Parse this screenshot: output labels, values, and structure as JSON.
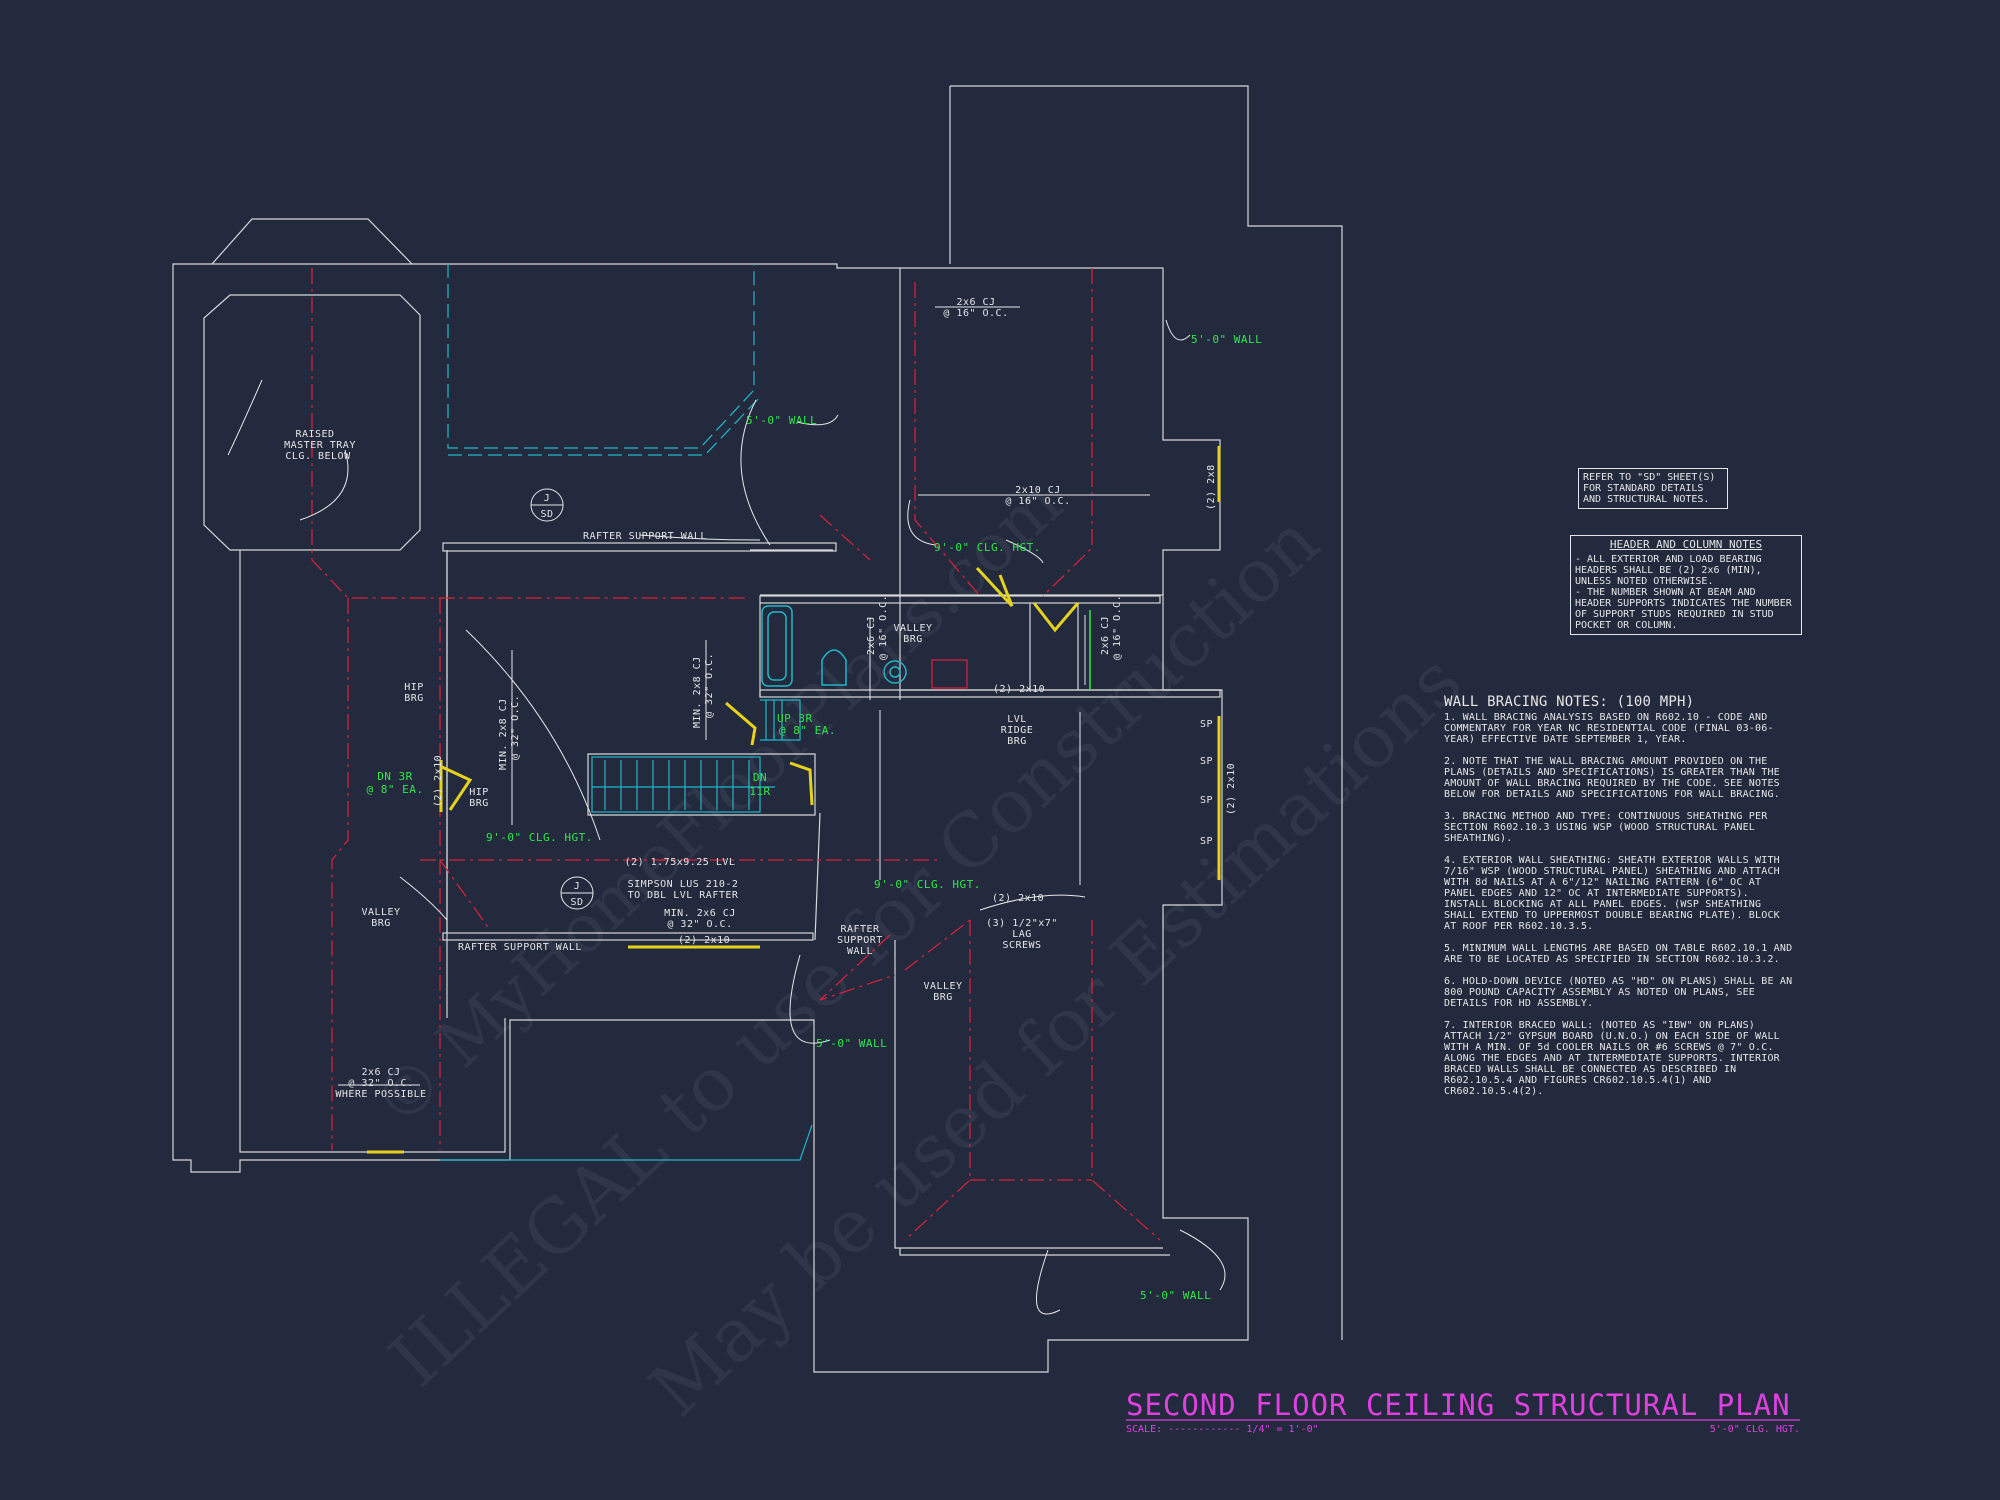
{
  "title": {
    "main": "SECOND FLOOR CEILING STRUCTURAL PLAN",
    "scale_label": "SCALE: ------------ 1/4\" = 1'-0\"",
    "clg_hgt": "5'-0\" CLG. HGT."
  },
  "watermark": {
    "line1": "ILLEGAL to use for Construction",
    "line2": "© MyHomeFloorPlans.com",
    "line3": "May be used for Estimations"
  },
  "refer_note": "REFER TO \"SD\" SHEET(S) FOR STANDARD DETAILS AND STRUCTURAL NOTES.",
  "header_notes": {
    "heading": "HEADER AND COLUMN NOTES",
    "items": [
      "- ALL EXTERIOR AND LOAD BEARING HEADERS SHALL BE (2) 2x6 (MIN), UNLESS NOTED OTHERWISE.",
      "- THE NUMBER SHOWN AT BEAM AND HEADER SUPPORTS INDICATES THE NUMBER OF SUPPORT STUDS REQUIRED IN STUD POCKET OR COLUMN."
    ]
  },
  "wall_bracing": {
    "heading": "WALL BRACING NOTES: (100 MPH)",
    "items": [
      "1. WALL BRACING ANALYSIS BASED ON R602.10 - CODE AND COMMENTARY FOR YEAR NC RESIDENTIAL CODE (FINAL 03-06-YEAR) EFFECTIVE DATE SEPTEMBER 1, YEAR.",
      "2. NOTE THAT THE WALL BRACING AMOUNT PROVIDED ON THE PLANS (DETAILS AND SPECIFICATIONS) IS GREATER THAN THE AMOUNT OF WALL BRACING REQUIRED BY THE CODE. SEE NOTES BELOW FOR DETAILS AND SPECIFICATIONS FOR WALL BRACING.",
      "3. BRACING METHOD AND TYPE: CONTINUOUS SHEATHING PER SECTION R602.10.3 USING WSP (WOOD STRUCTURAL PANEL SHEATHING).",
      "4. EXTERIOR WALL SHEATHING: SHEATH EXTERIOR WALLS WITH 7/16\" WSP (WOOD STRUCTURAL PANEL) SHEATHING AND ATTACH WITH 8d NAILS AT A 6\"/12\" NAILING PATTERN (6\" OC AT PANEL EDGES AND 12\" OC AT INTERMEDIATE SUPPORTS). INSTALL BLOCKING AT ALL PANEL EDGES. (WSP SHEATHING SHALL EXTEND TO UPPERMOST DOUBLE BEARING PLATE). BLOCK AT ROOF PER R602.10.3.5.",
      "5. MINIMUM WALL LENGTHS ARE BASED ON TABLE R602.10.1 AND ARE TO BE LOCATED AS SPECIFIED IN SECTION R602.10.3.2.",
      "6. HOLD-DOWN DEVICE (NOTED AS \"HD\" ON PLANS) SHALL BE AN 800 POUND CAPACITY ASSEMBLY AS NOTED ON PLANS, SEE DETAILS FOR HD ASSEMBLY.",
      "7. INTERIOR BRACED WALL: (NOTED AS \"IBW\" ON PLANS) ATTACH 1/2\" GYPSUM BOARD (U.N.O.) ON EACH SIDE OF WALL WITH A MIN. OF 5d COOLER NAILS OR #6 SCREWS @ 7\" O.C. ALONG THE EDGES AND AT INTERMEDIATE SUPPORTS. INTERIOR BRACED WALLS SHALL BE CONNECTED AS DESCRIBED IN R602.10.5.4 AND FIGURES CR602.10.5.4(1) AND CR602.10.5.4(2)."
    ]
  },
  "labels": {
    "raised_tray": [
      "RAISED",
      "MASTER TRAY",
      "CLG. BELOW"
    ],
    "rafter_support_wall": "RAFTER SUPPORT WALL",
    "rafter_support_wall_2": "RAFTER SUPPORT WALL",
    "wall_5ft_a": "5'-0\" WALL",
    "wall_5ft_b": "5'-0\" WALL",
    "wall_5ft_c": "5'-0\" WALL",
    "wall_5ft_d": "5'-0\" WALL",
    "clg_9ft_a": "9'-0\" CLG. HGT.",
    "clg_9ft_b": "9'-0\" CLG. HGT.",
    "clg_9ft_c": "9'-0\" CLG. HGT.",
    "cj_2x6_top": [
      "2x6 CJ",
      "@ 16\" O.C."
    ],
    "cj_2x10": [
      "2x10 CJ",
      "@ 16\" O.C."
    ],
    "header_2x8": "(2) 2x8",
    "valley_brg_1": [
      "VALLEY",
      "BRG"
    ],
    "valley_brg_2": [
      "VALLEY",
      "BRG"
    ],
    "valley_brg_3": [
      "VALLEY",
      "BRG"
    ],
    "hip_brg_1": [
      "HIP",
      "BRG"
    ],
    "hip_brg_2": [
      "HIP",
      "BRG"
    ],
    "lvl_ridge": [
      "LVL",
      "RIDGE",
      "BRG"
    ],
    "cj_2x6_vert_a": [
      "2x6 CJ",
      "@ 16\" O.C."
    ],
    "cj_2x6_vert_b": [
      "2x6 CJ",
      "@ 16\" O.C."
    ],
    "cj_2x8_min": [
      "MIN. 2x8 CJ",
      "@ 32\" O.C."
    ],
    "cj_2x8_min_b": [
      "MIN. 2x8 CJ",
      "@ 32\" O.C."
    ],
    "up_3r": [
      "UP 3R",
      "@ 8\" EA."
    ],
    "dn_3r": [
      "DN 3R",
      "@ 8\" EA."
    ],
    "dn_11r": [
      "DN",
      "11R"
    ],
    "header_2x10_a": "(2) 2x10",
    "header_2x10_b": "(2) 2x10",
    "header_2x10_c": "(2) 2x10",
    "header_2x10_d": "(2) 2x10",
    "header_2x10_e": "(2) 2x10",
    "lvl": "(2) 1.75x9.25 LVL",
    "simpson": [
      "SIMPSON LUS 210-2",
      "TO DBL LVL RAFTER"
    ],
    "cj_min_2x6": [
      "MIN. 2x6 CJ",
      "@ 32\" O.C."
    ],
    "cj_2x6_right": [
      "2x6 CJ",
      "@ 16\" O.C."
    ],
    "cj_2x6_where": [
      "2x6 CJ",
      "@ 32\" O.C.",
      "WHERE POSSIBLE"
    ],
    "rafter_support": [
      "RAFTER",
      "SUPPORT",
      "WALL"
    ],
    "lag_screws": [
      "(3) 1/2\"x7\"",
      "LAG",
      "SCREWS"
    ],
    "sp": "SP",
    "sd": "SD",
    "j": "J"
  }
}
